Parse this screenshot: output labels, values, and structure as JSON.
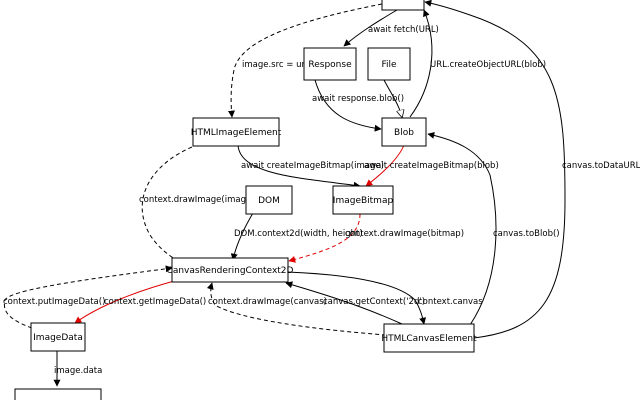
{
  "colors": {
    "default": "#000000",
    "highlight": "#e00000"
  },
  "nodes": {
    "url": "",
    "response": "Response",
    "file": "File",
    "html_image_element": "HTMLImageElement",
    "blob": "Blob",
    "dom": "DOM",
    "image_bitmap": "ImageBitmap",
    "canvas_rendering_context": "CanvasRenderingContext2D",
    "image_data": "ImageData",
    "html_canvas_element": "HTMLCanvasElement",
    "uint8_array": ""
  },
  "edges": {
    "await_fetch": "await fetch(URL)",
    "image_src": "image.src = url",
    "create_object_url": "URL.createObjectURL(blob)",
    "await_response_blob": "await response.blob()",
    "await_create_bitmap_image": "await createImageBitmap(image)",
    "await_create_bitmap_blob": "await createImageBitmap(blob)",
    "canvas_to_data_url": "canvas.toDataURL()",
    "context_draw_image_image": "context.drawImage(image)",
    "dom_context2d": "DOM.context2d(width, height)",
    "context_draw_image_bitmap": "context.drawImage(bitmap)",
    "canvas_to_blob": "canvas.toBlob()",
    "context_put_image_data": "context.putImageData()",
    "context_get_image_data": "context.getImageData()",
    "context_draw_image_canvas": "context.drawImage(canvas)",
    "canvas_get_context": "canvas.getContext('2d')",
    "context_canvas": "context.canvas",
    "image_data_data": "image.data"
  }
}
